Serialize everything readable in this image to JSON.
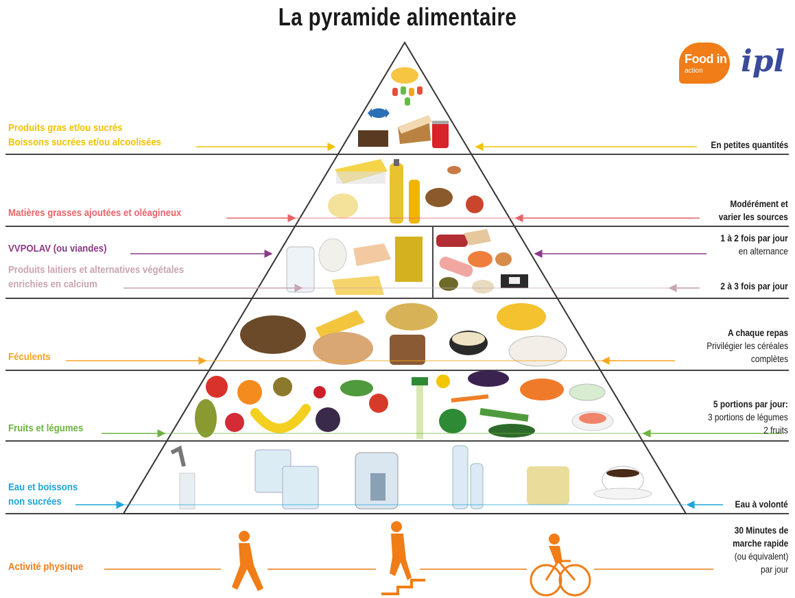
{
  "title": "La pyramide alimentaire",
  "logos": {
    "food_in_action": {
      "line1": "Food in",
      "line2": "action",
      "color": "#f07d17"
    },
    "ipl": {
      "text": "ipl",
      "color": "#3b4b9b"
    }
  },
  "levels": [
    {
      "id": "sugary-fatty",
      "labels": [
        "Produits gras et/ou sucrés",
        "Boissons sucrées et/ou alcoolisées"
      ],
      "color": "#f2c200",
      "advice_bold": [
        "En petites quantités"
      ],
      "advice": []
    },
    {
      "id": "added-fats",
      "labels": [
        "Matières grasses ajoutées et oléagineux"
      ],
      "color": "#e8636a",
      "advice_bold": [
        "Modérément et",
        "varier les sources"
      ],
      "advice": []
    },
    {
      "id": "meat",
      "labels": [
        "VVPOLAV (ou viandes)"
      ],
      "color": "#8b3a86",
      "advice_bold": [
        "1 à 2 fois par jour"
      ],
      "advice": [
        "en alternance"
      ]
    },
    {
      "id": "dairy",
      "labels": [
        "Produits laitiers et alternatives végétales",
        "enrichies en calcium"
      ],
      "color": "#c9a4b2",
      "advice_bold": [
        "2 à 3 fois par jour"
      ],
      "advice": []
    },
    {
      "id": "starches",
      "labels": [
        "Féculents"
      ],
      "color": "#f5a623",
      "advice_bold": [
        "A chaque repas"
      ],
      "advice": [
        "Privilégier les céréales",
        "complètes"
      ]
    },
    {
      "id": "fruits-veg",
      "labels": [
        "Fruits et légumes"
      ],
      "color": "#6db33f",
      "advice_bold": [
        "5 portions par jour:"
      ],
      "advice": [
        "3 portions de légumes",
        "2 fruits"
      ]
    },
    {
      "id": "water",
      "labels": [
        "Eau et boissons",
        "non sucrées"
      ],
      "color": "#1ea5dc",
      "advice_bold": [
        "Eau à volonté"
      ],
      "advice": []
    },
    {
      "id": "activity",
      "labels": [
        "Activité physique"
      ],
      "color": "#f07d17",
      "advice_bold": [
        "30 Minutes de",
        "marche rapide"
      ],
      "advice": [
        "(ou équivalent)",
        "par jour"
      ]
    }
  ],
  "icons": {
    "activity": [
      "walking-person-icon",
      "stairs-climber-icon",
      "cyclist-icon"
    ]
  }
}
